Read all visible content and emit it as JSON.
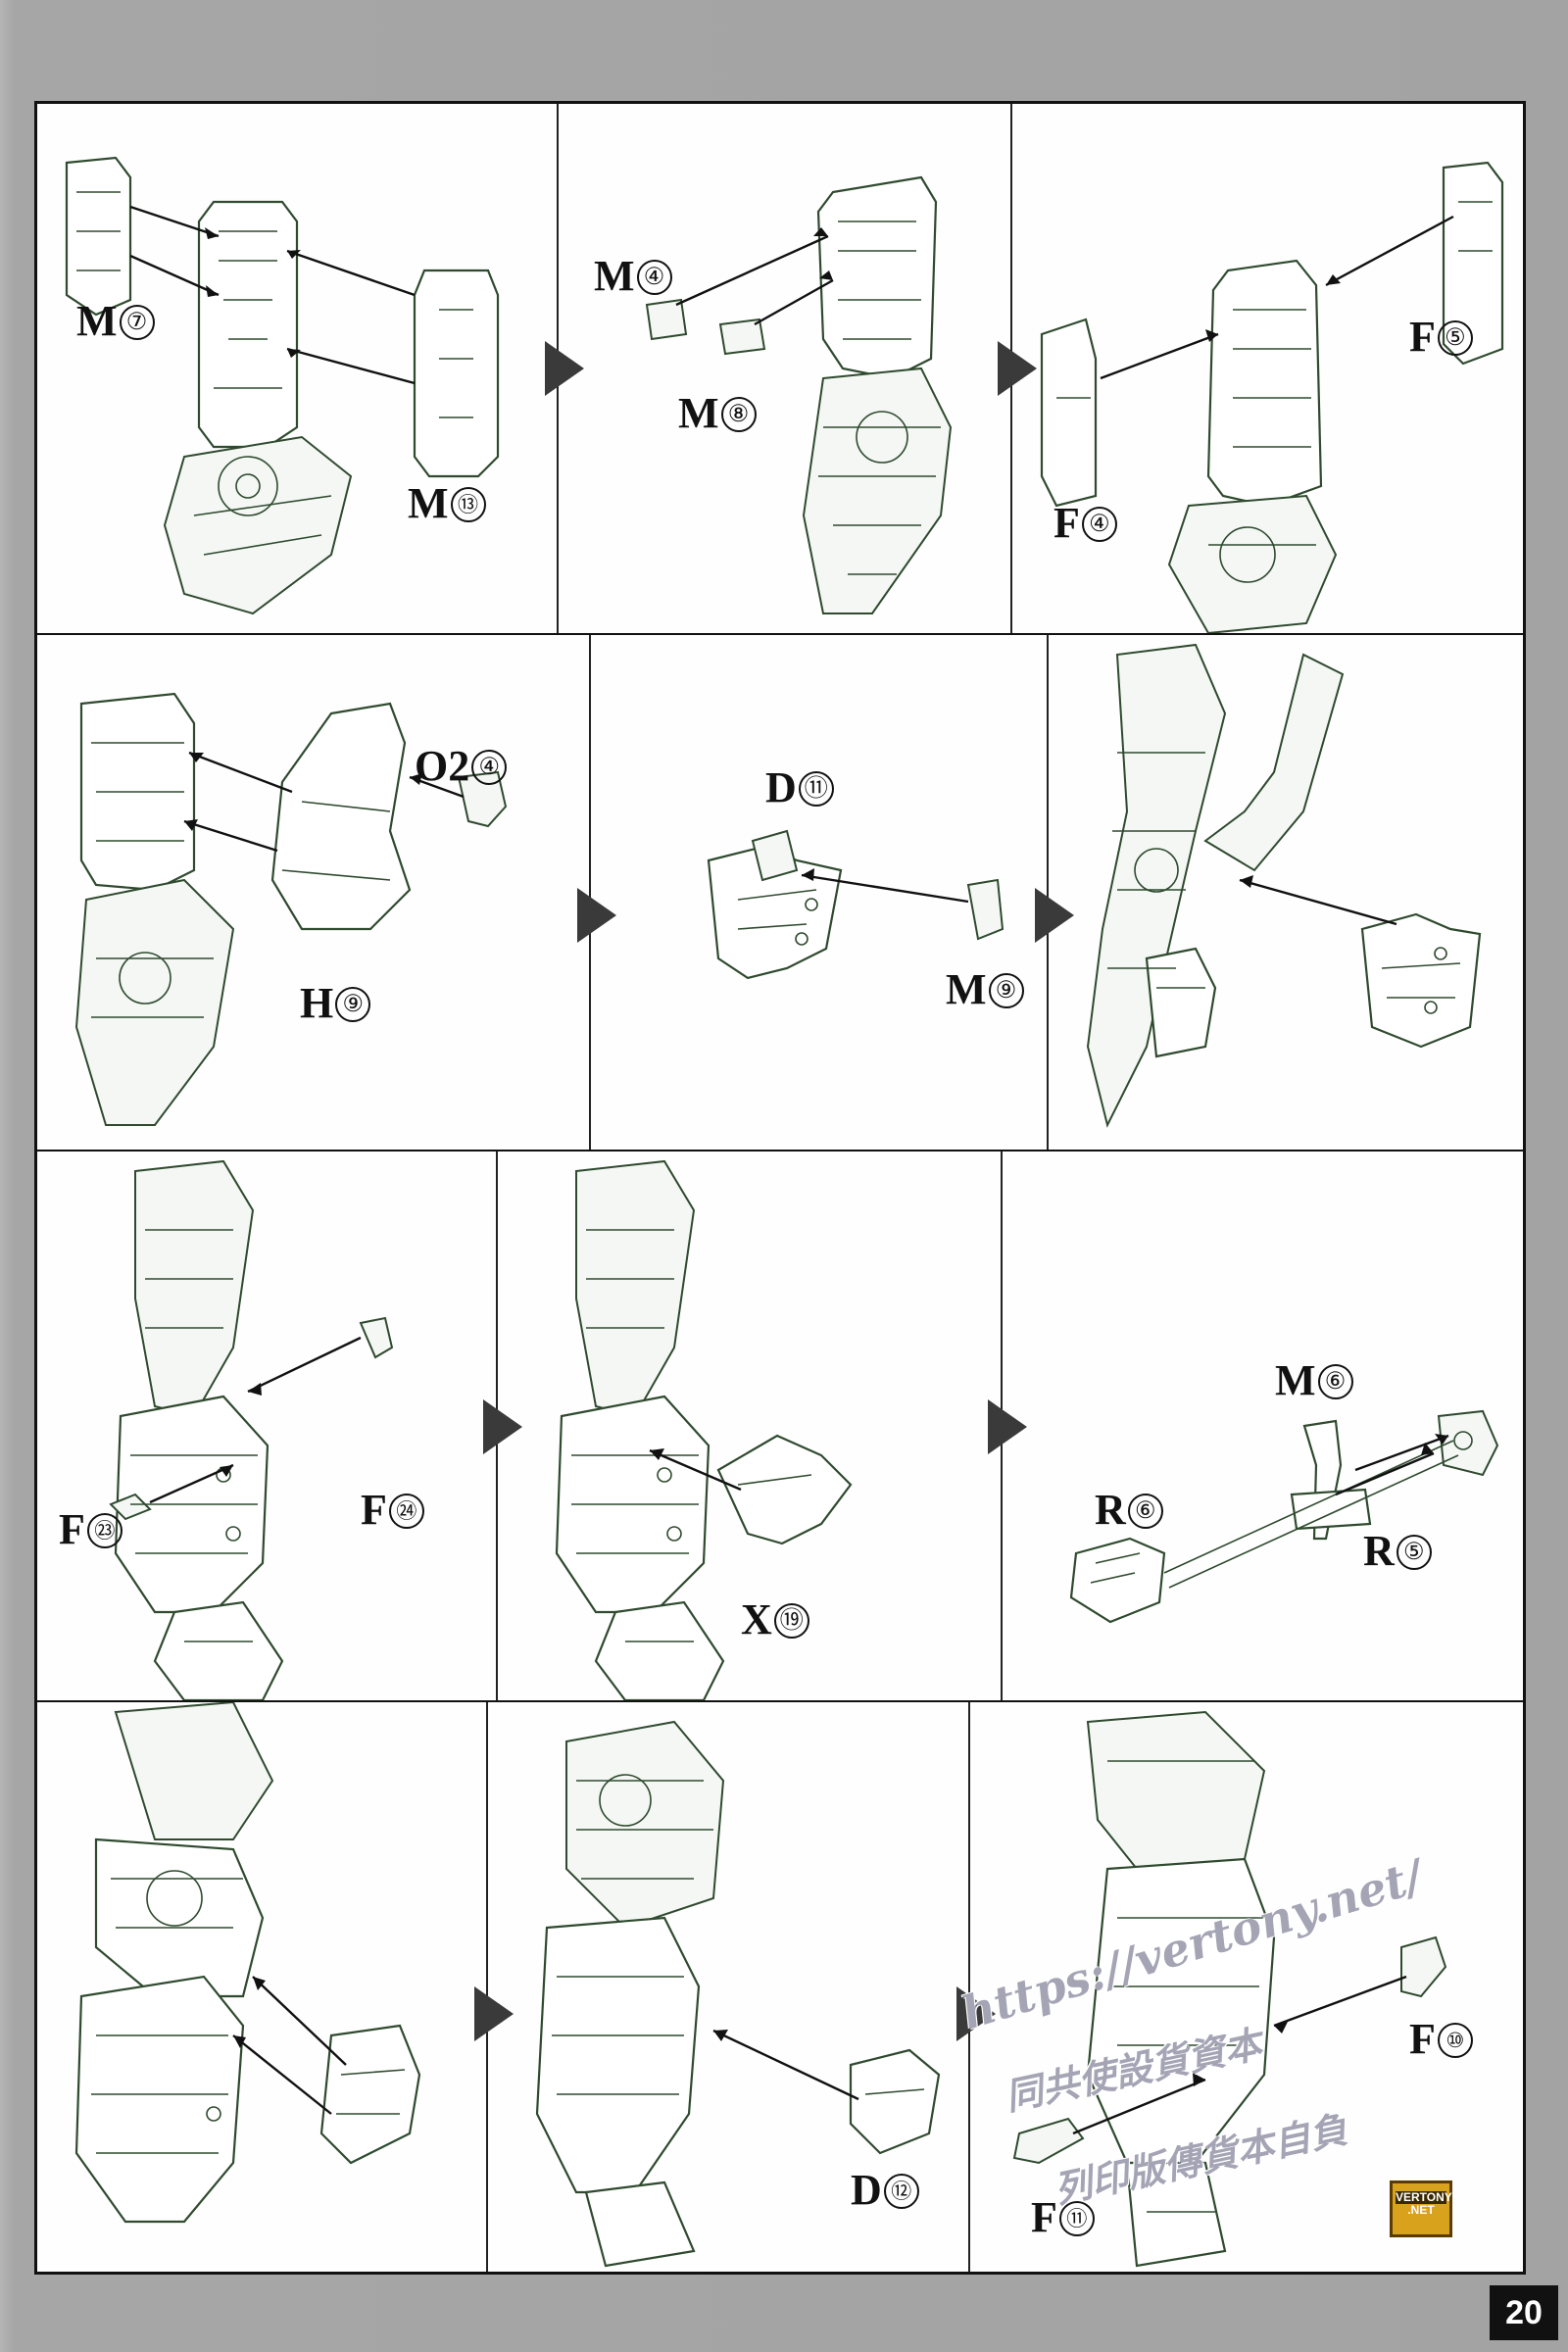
{
  "page_number": "20",
  "logo": {
    "line1": "VERTONY",
    "line2": ".NET"
  },
  "watermark": {
    "url": "https://vertony.net/",
    "line2": "同共使設貨資本",
    "line3": "列印版傳貨本自負"
  },
  "rows": [
    {
      "panels": [
        {
          "labels": [
            {
              "letter": "M",
              "num": "⑦"
            },
            {
              "letter": "M",
              "num": "⑬"
            }
          ]
        },
        {
          "labels": [
            {
              "letter": "M",
              "num": "④"
            },
            {
              "letter": "M",
              "num": "⑧"
            }
          ]
        },
        {
          "labels": [
            {
              "letter": "F",
              "num": "⑤"
            },
            {
              "letter": "F",
              "num": "④"
            }
          ]
        }
      ]
    },
    {
      "panels": [
        {
          "labels": [
            {
              "letter": "O2",
              "num": "④"
            },
            {
              "letter": "H",
              "num": "⑨"
            }
          ]
        },
        {
          "labels": [
            {
              "letter": "D",
              "num": "⑪"
            },
            {
              "letter": "M",
              "num": "⑨"
            }
          ]
        },
        {
          "labels": []
        }
      ]
    },
    {
      "panels": [
        {
          "labels": [
            {
              "letter": "F",
              "num": "㉓"
            },
            {
              "letter": "F",
              "num": "㉔"
            }
          ]
        },
        {
          "labels": [
            {
              "letter": "X",
              "num": "⑲"
            }
          ]
        },
        {
          "labels": [
            {
              "letter": "M",
              "num": "⑥"
            },
            {
              "letter": "R",
              "num": "⑥"
            },
            {
              "letter": "R",
              "num": "⑤"
            }
          ]
        }
      ]
    },
    {
      "panels": [
        {
          "labels": []
        },
        {
          "labels": [
            {
              "letter": "D",
              "num": "⑫"
            }
          ]
        },
        {
          "labels": [
            {
              "letter": "F",
              "num": "⑩"
            },
            {
              "letter": "F",
              "num": "⑪"
            }
          ]
        }
      ]
    }
  ]
}
